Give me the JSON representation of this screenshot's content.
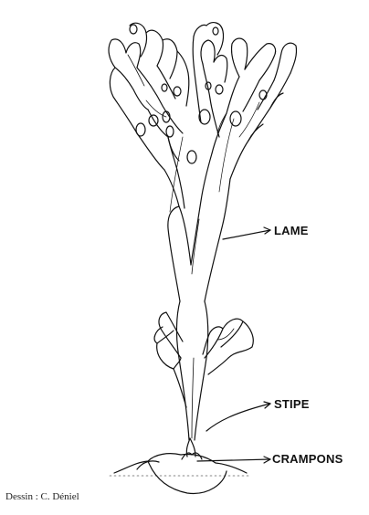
{
  "labels": {
    "lame": "LAME",
    "stipe": "STIPE",
    "crampons": "CRAMPONS"
  },
  "credit": "Dessin : C. Déniel",
  "colors": {
    "ink": "#111111",
    "background": "#ffffff"
  }
}
